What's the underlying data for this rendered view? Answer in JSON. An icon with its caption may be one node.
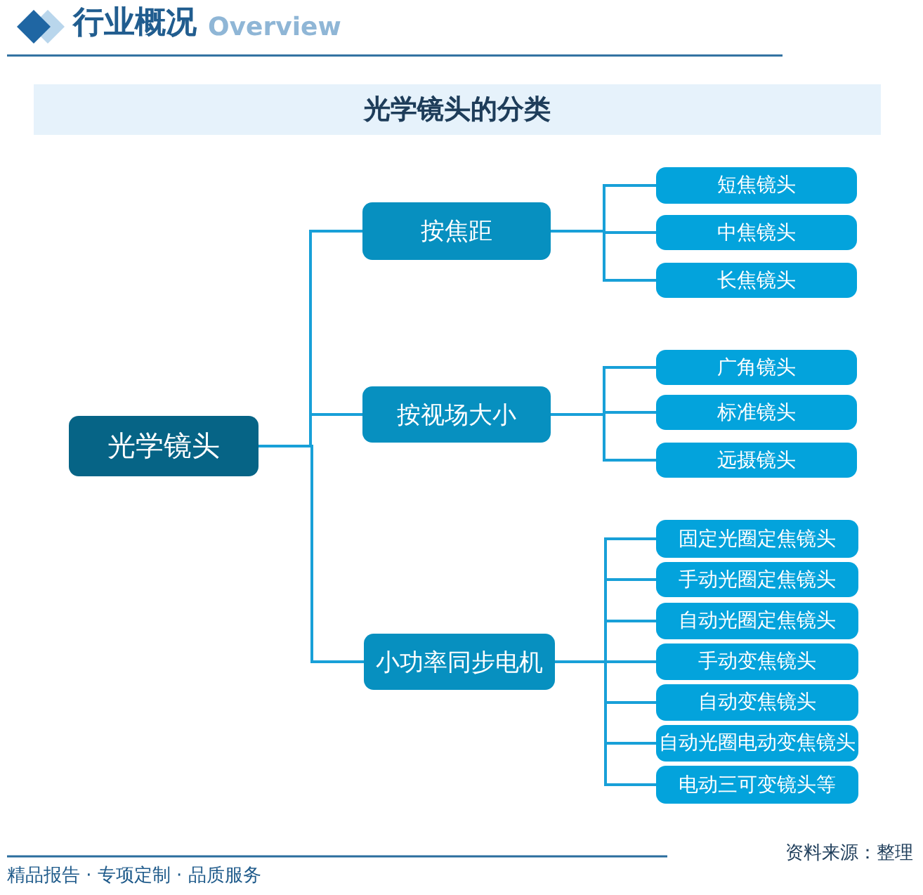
{
  "diagram": {
    "title": "光学镜头的分类",
    "nodes": [
      {
        "text": [
          "光学镜头"
        ]
      },
      {
        "text": [
          "按焦距"
        ]
      },
      {
        "text": [
          "按视场大小"
        ]
      },
      {
        "text": [
          "小功率同步电机"
        ]
      },
      {
        "text": [
          "短焦镜头"
        ]
      },
      {
        "text": [
          "中焦镜头"
        ]
      },
      {
        "text": [
          "长焦镜头"
        ]
      },
      {
        "text": [
          "广角镜头"
        ]
      },
      {
        "text": [
          "标准镜头"
        ]
      },
      {
        "text": [
          "远摄镜头"
        ]
      },
      {
        "text": [
          "固定光圈定焦镜头"
        ]
      },
      {
        "text": [
          "手动光圈定焦镜头"
        ]
      },
      {
        "text": [
          "自动光圈定焦镜头"
        ]
      },
      {
        "text": [
          "手动变焦镜头"
        ]
      },
      {
        "text": [
          "自动变焦镜头"
        ]
      },
      {
        "text": [
          "自动光圈电动变焦镜头"
        ]
      },
      {
        "text": [
          "电动三可变镜头等"
        ]
      }
    ],
    "edges": [
      {
        "from": 0,
        "to": 1,
        "arrow": "none"
      },
      {
        "from": 0,
        "to": 2,
        "arrow": "none"
      },
      {
        "from": 0,
        "to": 3,
        "arrow": "none"
      },
      {
        "from": 1,
        "to": 4,
        "arrow": "none"
      },
      {
        "from": 1,
        "to": 5,
        "arrow": "none"
      },
      {
        "from": 1,
        "to": 6,
        "arrow": "none"
      },
      {
        "from": 2,
        "to": 7,
        "arrow": "none"
      },
      {
        "from": 2,
        "to": 8,
        "arrow": "none"
      },
      {
        "from": 2,
        "to": 9,
        "arrow": "none"
      },
      {
        "from": 3,
        "to": 10,
        "arrow": "none"
      },
      {
        "from": 3,
        "to": 11,
        "arrow": "none"
      },
      {
        "from": 3,
        "to": 12,
        "arrow": "none"
      },
      {
        "from": 3,
        "to": 13,
        "arrow": "none"
      },
      {
        "from": 3,
        "to": 14,
        "arrow": "none"
      },
      {
        "from": 3,
        "to": 15,
        "arrow": "none"
      },
      {
        "from": 3,
        "to": 16,
        "arrow": "none"
      }
    ],
    "labels": [
      "行业概况",
      "Overview",
      "精品报告 · 专项定制 · 品质服务",
      "资料来源：整理"
    ]
  }
}
